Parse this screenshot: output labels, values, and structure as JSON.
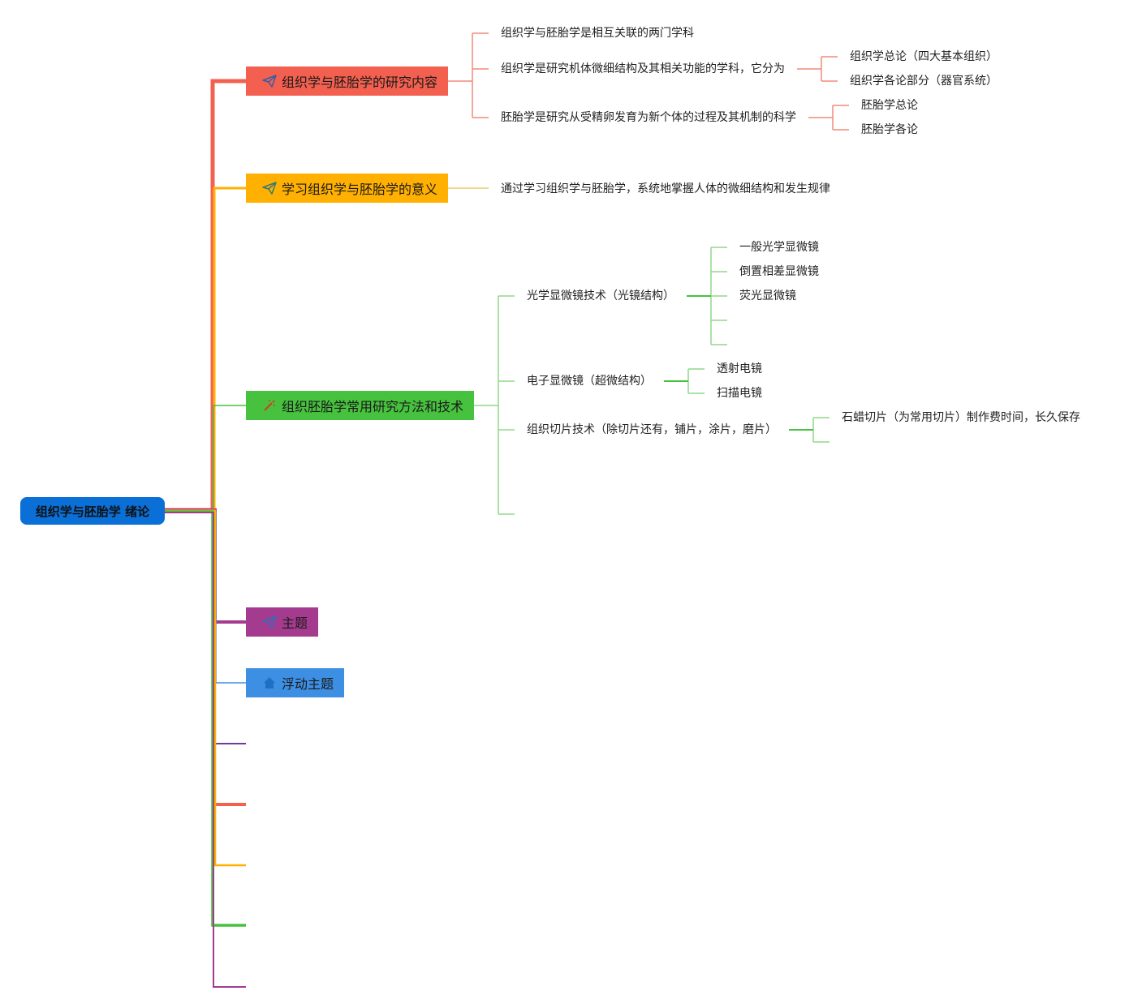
{
  "colors": {
    "root": "#0a6fd6",
    "branch_research": "#f4604f",
    "branch_meaning": "#ffb000",
    "branch_methods": "#47c23e",
    "branch_theme": "#a43b8f",
    "branch_floating": "#3d8fe3",
    "empty_purple": "#6a3ea1",
    "empty_red": "#f4604f",
    "empty_yellow": "#ffb000",
    "empty_green": "#47c23e",
    "empty_magenta": "#a43b8f"
  },
  "root": {
    "label": "组织学与胚胎学 绪论"
  },
  "branches": {
    "research": {
      "label": "组织学与胚胎学的研究内容",
      "icon": "paper-plane-icon",
      "children": {
        "c1": "组织学与胚胎学是相互关联的两门学科",
        "c2": "组织学是研究机体微细结构及其相关功能的学科，它分为",
        "c2_1": "组织学总论（四大基本组织）",
        "c2_2": "组织学各论部分（器官系统）",
        "c3": "胚胎学是研究从受精卵发育为新个体的过程及其机制的科学",
        "c3_1": "胚胎学总论",
        "c3_2": "胚胎学各论"
      }
    },
    "meaning": {
      "label": "学习组织学与胚胎学的意义",
      "icon": "paper-plane-icon",
      "children": {
        "c1": "通过学习组织学与胚胎学，系统地掌握人体的微细结构和发生规律"
      }
    },
    "methods": {
      "label": "组织胚胎学常用研究方法和技术",
      "icon": "magic-wand-icon",
      "children": {
        "light": "光学显微镜技术（光镜结构）",
        "light_1": "一般光学显微镜",
        "light_2": "倒置相差显微镜",
        "light_3": "荧光显微镜",
        "electron": "电子显微镜（超微结构）",
        "electron_1": "透射电镜",
        "electron_2": "扫描电镜",
        "section": "组织切片技术（除切片还有，铺片，涂片，磨片）",
        "section_1": "石蜡切片（为常用切片）制作费时间，长久保存"
      }
    },
    "theme": {
      "label": "主题",
      "icon": "paper-plane-icon"
    },
    "floating": {
      "label": "浮动主题",
      "icon": "house-icon"
    }
  }
}
